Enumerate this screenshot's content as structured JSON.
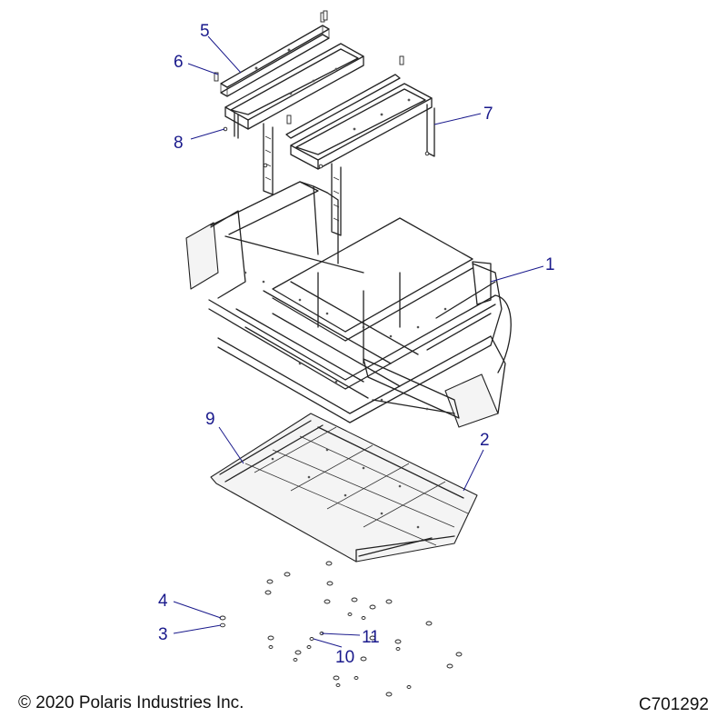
{
  "callouts": [
    {
      "id": "c1",
      "label": "1"
    },
    {
      "id": "c2",
      "label": "2"
    },
    {
      "id": "c3",
      "label": "3"
    },
    {
      "id": "c4",
      "label": "4"
    },
    {
      "id": "c5",
      "label": "5"
    },
    {
      "id": "c6",
      "label": "6"
    },
    {
      "id": "c7",
      "label": "7"
    },
    {
      "id": "c8",
      "label": "8"
    },
    {
      "id": "c9",
      "label": "9"
    },
    {
      "id": "c10",
      "label": "10"
    },
    {
      "id": "c11",
      "label": "11"
    }
  ],
  "footer": {
    "copyright": "© 2020 Polaris Industries Inc.",
    "diagram_id": "C701292"
  },
  "colors": {
    "callout": "#1a1a8c",
    "line": "#222222",
    "background": "#ffffff"
  }
}
